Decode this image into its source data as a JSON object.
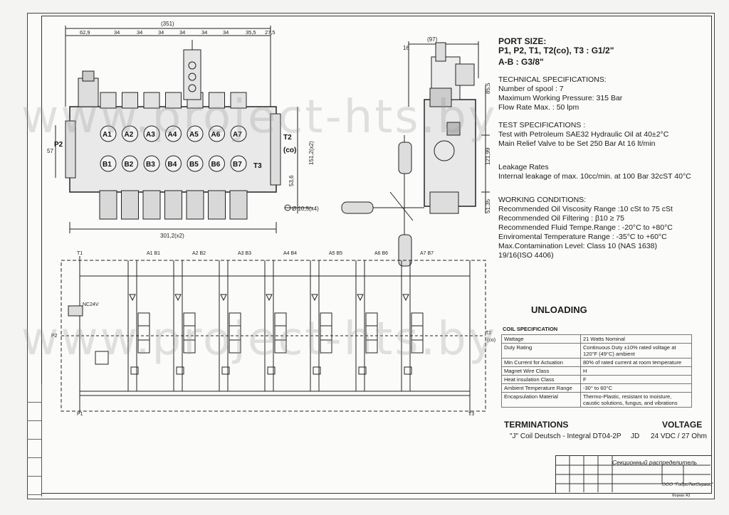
{
  "dimensions": {
    "overall_top": "(351)",
    "segments": [
      "62,9",
      "34",
      "34",
      "34",
      "34",
      "34",
      "34",
      "35,5",
      "27,5"
    ],
    "side_top": "(97)",
    "side_16": "16",
    "side_85": "85,5",
    "side_121": "121,99",
    "side_51": "51,35",
    "width_bottom": "301,2(x2)",
    "mount_hole": "Ø 10,5(x4)",
    "height_151": "151,2(x2)",
    "h_53": "53,6",
    "h_57": "57"
  },
  "ports": {
    "p2": "P2",
    "t2": "T2",
    "t2co": "(co)",
    "a_labels": [
      "A1",
      "A2",
      "A3",
      "A4",
      "A5",
      "A6",
      "A7"
    ],
    "b_labels": [
      "B1",
      "B2",
      "B3",
      "B4",
      "B5",
      "B6",
      "B7"
    ],
    "t3": "T3"
  },
  "schematic": {
    "t1": "T1",
    "top_pairs": [
      "A1 B1",
      "A2 B2",
      "A3 B3",
      "A4 B4",
      "A5 B5",
      "A6 B6",
      "A7 B7"
    ],
    "nc": "NC24V",
    "p2": "P2",
    "t2": "T2",
    "t2co": "(co)",
    "p1": "P1",
    "t3": "T3"
  },
  "port_size": {
    "title": "PORT SIZE:",
    "line1": "P1, P2, T1, T2(co), T3 : G1/2\"",
    "line2": "A-B : G3/8\""
  },
  "technical": {
    "title": "TECHNICAL SPECIFICATIONS:",
    "lines": [
      "Number of spool : 7",
      "Maximum Working Pressure: 315 Bar",
      "Flow Rate Max. : 50 lpm"
    ]
  },
  "test": {
    "title": "TEST SPECIFICATIONS :",
    "lines": [
      "Test with Petroleum SAE32 Hydraulic Oil at 40±2°C",
      "Main Relief Valve to be Set 250 Bar At 16 lt/min"
    ]
  },
  "leakage": {
    "title": "Leakage Rates",
    "line": "Internal leakage of max. 10cc/min. at 100 Bar 32cST 40°C"
  },
  "working": {
    "title": "WORKING CONDITIONS:",
    "lines": [
      "Recommended Oil Viscosity Range :10 cSt to 75 cSt",
      "Recommended Oil Filtering : β10 ≥ 75",
      "Recommended Fluid Tempe.Range : -20°C to +80°C",
      "Enviromental Temperature Range : -35°C to +60°C",
      "Max.Contamination Level: Class 10 (NAS 1638)",
      "19/16(ISO 4406)"
    ]
  },
  "unloading": "UNLOADING",
  "coil": {
    "title": "COIL SPECIFICATION",
    "rows": [
      {
        "k": "Wattage",
        "v": "21 Watts Nominal"
      },
      {
        "k": "Duty Rating",
        "v": "Continuous Duty ±10% rated voltage at 120°F (49°C) ambient"
      },
      {
        "k": "Min Current for Actuation",
        "v": "80% of rated current at room temperature"
      },
      {
        "k": "Magnet Wire Class",
        "v": "H"
      },
      {
        "k": "Heat insulation Class",
        "v": "F"
      },
      {
        "k": "Ambient Temperature Range",
        "v": "-30° to 60°C"
      },
      {
        "k": "Encapsulation Material",
        "v": "Thermo-Plastic, resistant to moisture, caustic solutions, fungus, and vibrations"
      }
    ]
  },
  "terminations": {
    "title": "TERMINATIONS",
    "line": "\"J\" Coil Deutsch - Integral DT04-2P",
    "code": "JD"
  },
  "voltage": {
    "title": "VOLTAGE",
    "line": "24 VDC / 27 Ohm"
  },
  "title_block": {
    "name": "Секционный распределитель",
    "org": "ООО \"ГидроТехСервис\"",
    "format": "Формат  А3"
  },
  "watermark": "www.project-hts.by"
}
